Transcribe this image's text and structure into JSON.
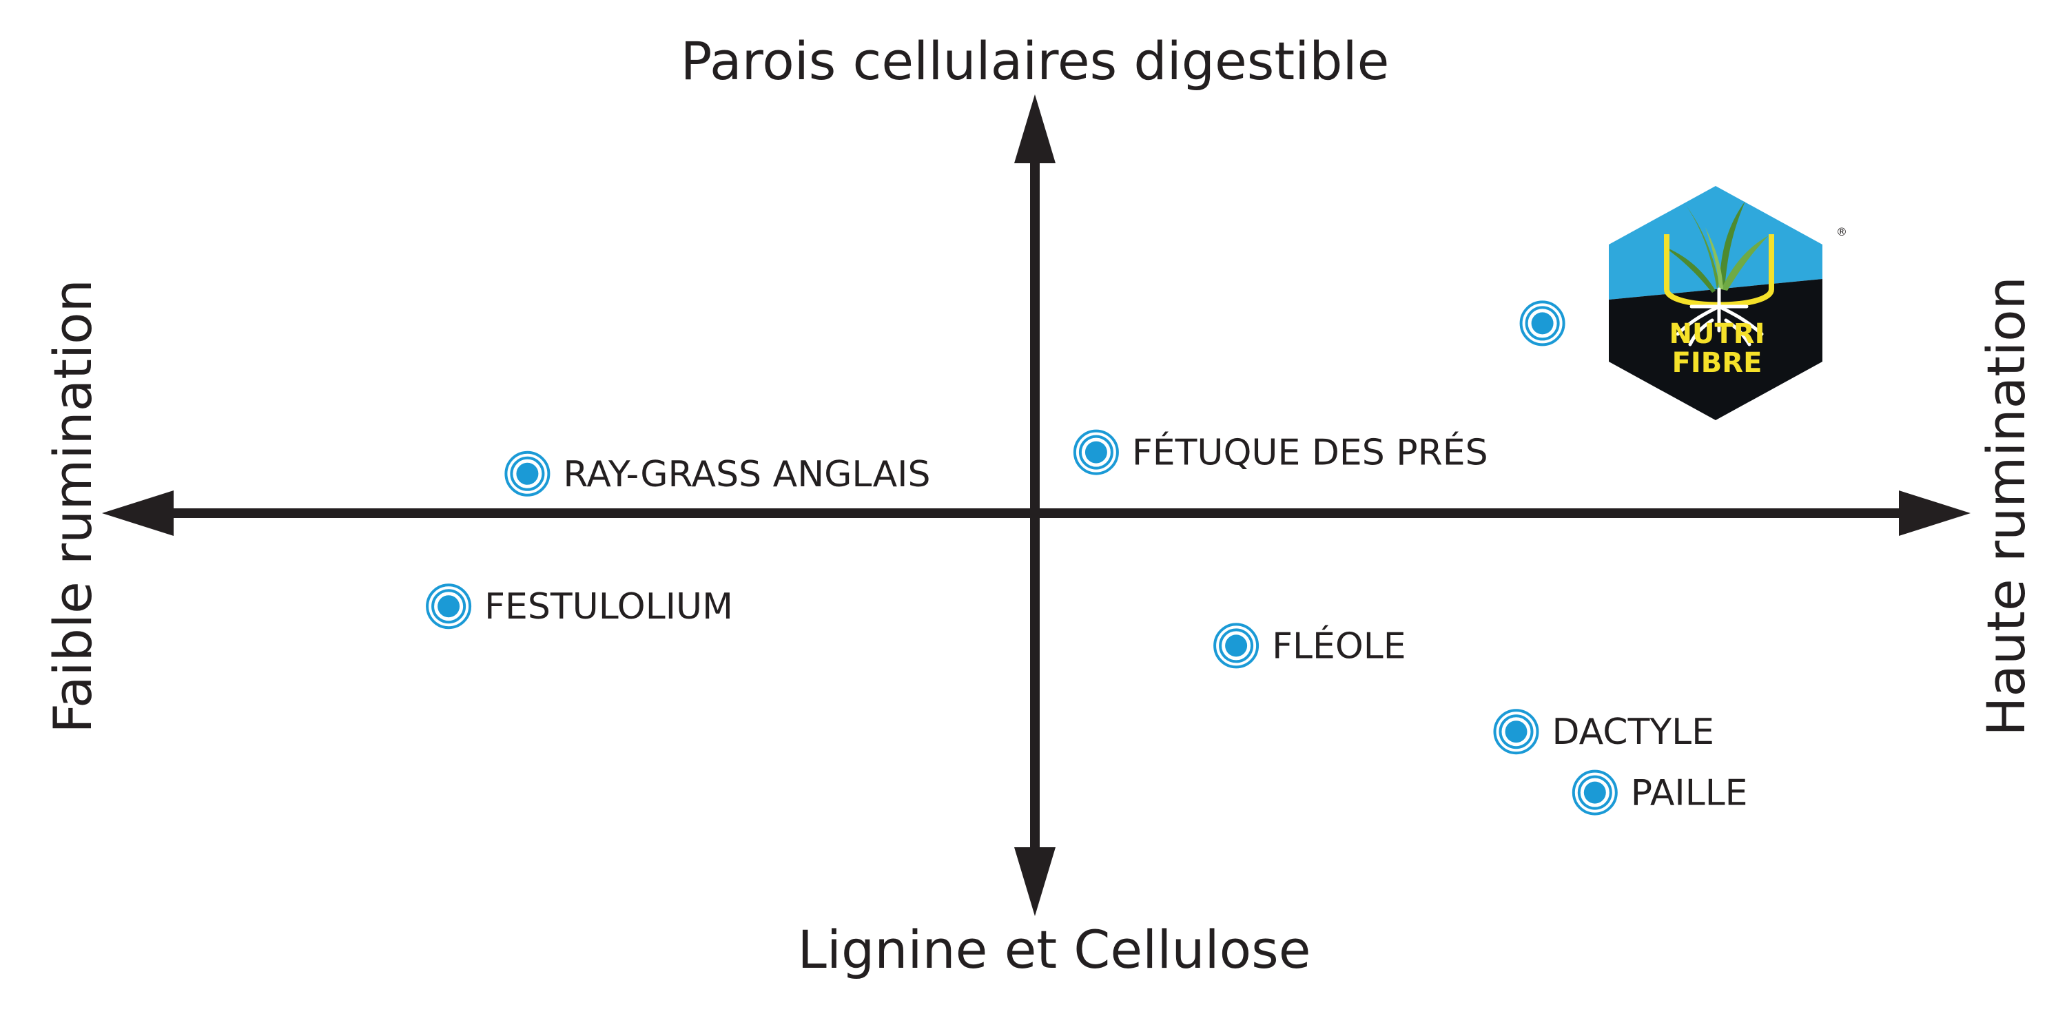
{
  "axes": {
    "top_label": "Parois cellulaires digestible",
    "bottom_label": "Lignine et Cellulose",
    "left_label": "Faible rumination",
    "right_label": "Haute rumination"
  },
  "points": [
    {
      "id": "ray-grass-anglais",
      "label": "RAY-GRASS ANGLAIS",
      "x": -0.58,
      "y": 0.11
    },
    {
      "id": "fetuque-des-pres",
      "label": "FÉTUQUE DES PRÉS",
      "x": 0.07,
      "y": 0.17
    },
    {
      "id": "festulolium",
      "label": "FESTULOLIUM",
      "x": -0.67,
      "y": -0.26
    },
    {
      "id": "fleole",
      "label": "FLÉOLE",
      "x": 0.23,
      "y": -0.37
    },
    {
      "id": "dactyle",
      "label": "DACTYLE",
      "x": 0.55,
      "y": -0.61
    },
    {
      "id": "paille",
      "label": "PAILLE",
      "x": 0.64,
      "y": -0.78
    },
    {
      "id": "nutri-fibre",
      "label": "",
      "x": 0.58,
      "y": 0.53
    }
  ],
  "logo": {
    "line1": "NUTRI",
    "line2": "FIBRE",
    "registered": "®"
  },
  "colors": {
    "axis": "#231f20",
    "marker": "#1b9ad6",
    "logo_top": "#2fa8dc",
    "logo_bottom": "#0d1014",
    "logo_text": "#f5e12a",
    "plant": "#5f9a3a"
  }
}
